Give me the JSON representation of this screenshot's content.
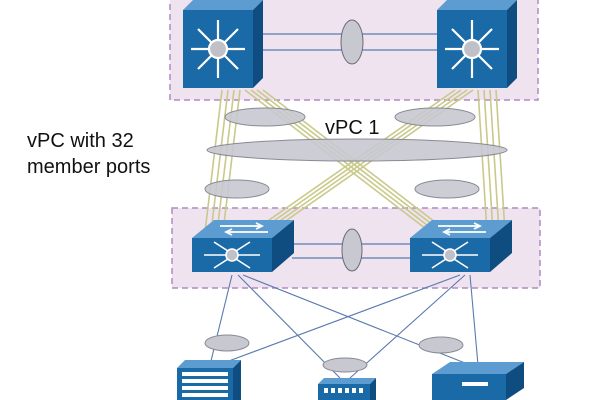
{
  "labels": {
    "vpc_peer": "vPC 1",
    "members_line1": "vPC with 32",
    "members_line2": "member ports"
  },
  "colors": {
    "domain_fill": "#efe3f0",
    "domain_border": "#b08ac0",
    "device_blue": "#1a6aa8",
    "device_dark": "#0f4d80",
    "link_green": "#c9c98a",
    "link_blue": "#5a7ab0",
    "ellipse_fill": "#c8c8d0"
  },
  "devices": [
    {
      "id": "core-switch-left",
      "type": "core-switch"
    },
    {
      "id": "core-switch-right",
      "type": "core-switch"
    },
    {
      "id": "access-switch-left",
      "type": "access-switch"
    },
    {
      "id": "access-switch-right",
      "type": "access-switch"
    },
    {
      "id": "blade-server",
      "type": "server"
    },
    {
      "id": "switch-small",
      "type": "switch"
    },
    {
      "id": "appliance",
      "type": "appliance"
    }
  ]
}
